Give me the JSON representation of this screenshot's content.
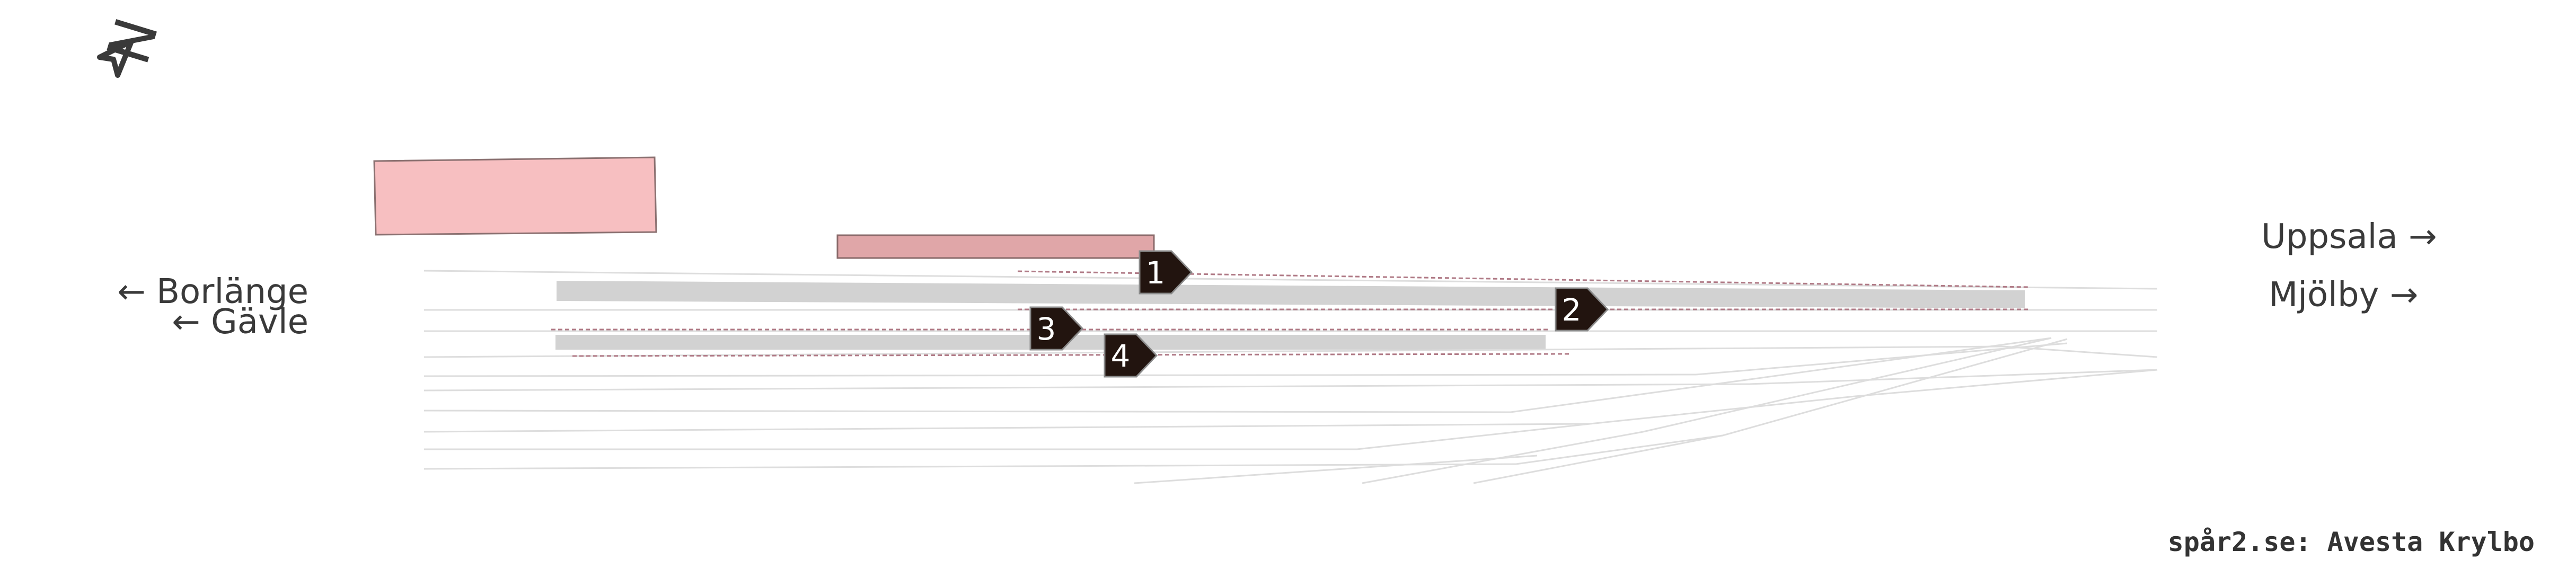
{
  "compass": {
    "letter": "N",
    "icon": "north-arrow-icon"
  },
  "directions": {
    "left_top": "← Borlänge",
    "left_bottom": "← Gävle",
    "right_top": "Uppsala →",
    "right_bottom": "Mjölby →"
  },
  "platforms": [
    {
      "number": "1"
    },
    {
      "number": "2"
    },
    {
      "number": "3"
    },
    {
      "number": "4"
    }
  ],
  "footer": {
    "text": "spår2.se: Avesta Krylbo"
  },
  "colors": {
    "building": "#f7bfc1",
    "building_dark": "#e0a6a8",
    "platform": "#d2d2d2",
    "track": "#dddddd",
    "marker": "#22140f",
    "marker_edge": "#8a8a8a",
    "dashed_track": "#b07a86"
  }
}
